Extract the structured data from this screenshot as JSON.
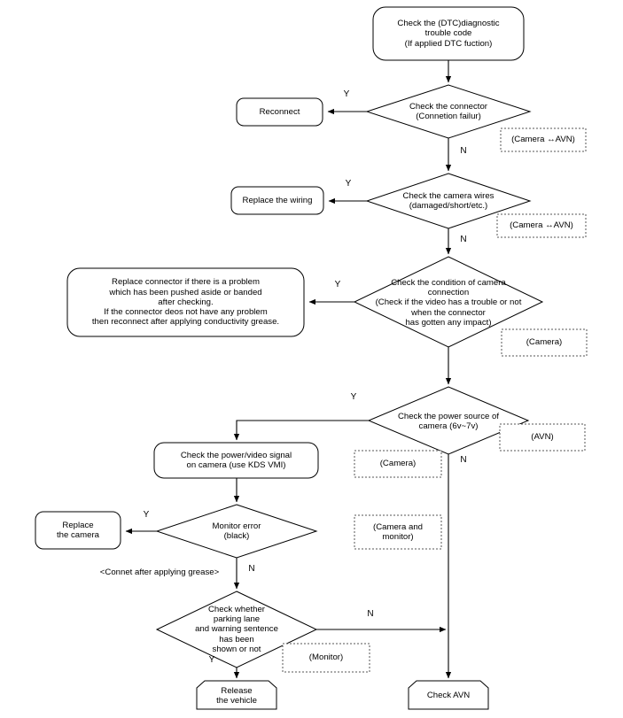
{
  "diagram": {
    "title": "Rear camera diagnostic troubleshooting flowchart",
    "colors": {
      "background": "#ffffff",
      "stroke": "#000000",
      "dashed_stroke": "#555555"
    },
    "nodes": {
      "start_dtc": "Check the (DTC)diagnostic\ntrouble code\n(If applied DTC fuction)",
      "d_connector": "Check the connector\n(Connetion failur)",
      "a_reconnect": "Reconnect",
      "d_wires": "Check the camera wires\n(damaged/short/etc.)",
      "a_replace_wiring": "Replace the wiring",
      "d_condition": "Check the condition of camera\nconnection\n(Check if the video has a trouble or not\nwhen the connector\nhas gotten any impact)",
      "a_replace_connector": "Replace connector if there is a problem\nwhich has been pushed aside or banded\nafter checking.\nIf the connector deos not have any problem\nthen reconnect after applying conductivity grease.",
      "d_power": "Check the power source of\ncamera (6v~7v)",
      "a_kds": "Check the power/video signal\non camera (use KDS VMI)",
      "d_monitor": "Monitor error\n(black)",
      "a_replace_camera": "Replace\nthe camera",
      "d_parking": "Check whether\nparking lane\nand warning sentence\nhas been\nshown or not",
      "end_release": "Release\nthe vehicle",
      "end_avn": "Check AVN"
    },
    "edge_labels": {
      "y_connector": "Y",
      "n_connector": "N",
      "y_wires": "Y",
      "n_wires": "N",
      "y_condition": "Y",
      "y_power": "Y",
      "n_power": "N",
      "y_monitor": "Y",
      "n_monitor": "N",
      "n_parking": "N",
      "y_parking": "Y"
    },
    "notes": {
      "grease": "<Connet after applying grease>"
    },
    "dashed_boxes": [
      {
        "id": "scope-connector",
        "label": "(Camera ↔AVN)"
      },
      {
        "id": "scope-wires",
        "label": "(Camera ↔AVN)"
      },
      {
        "id": "scope-condition",
        "label": "(Camera)"
      },
      {
        "id": "scope-power",
        "label": "(AVN)"
      },
      {
        "id": "scope-kds",
        "label": "(Camera)"
      },
      {
        "id": "scope-monitor",
        "label": "(Camera and\nmonitor)"
      },
      {
        "id": "scope-parking",
        "label": "(Monitor)"
      }
    ]
  }
}
